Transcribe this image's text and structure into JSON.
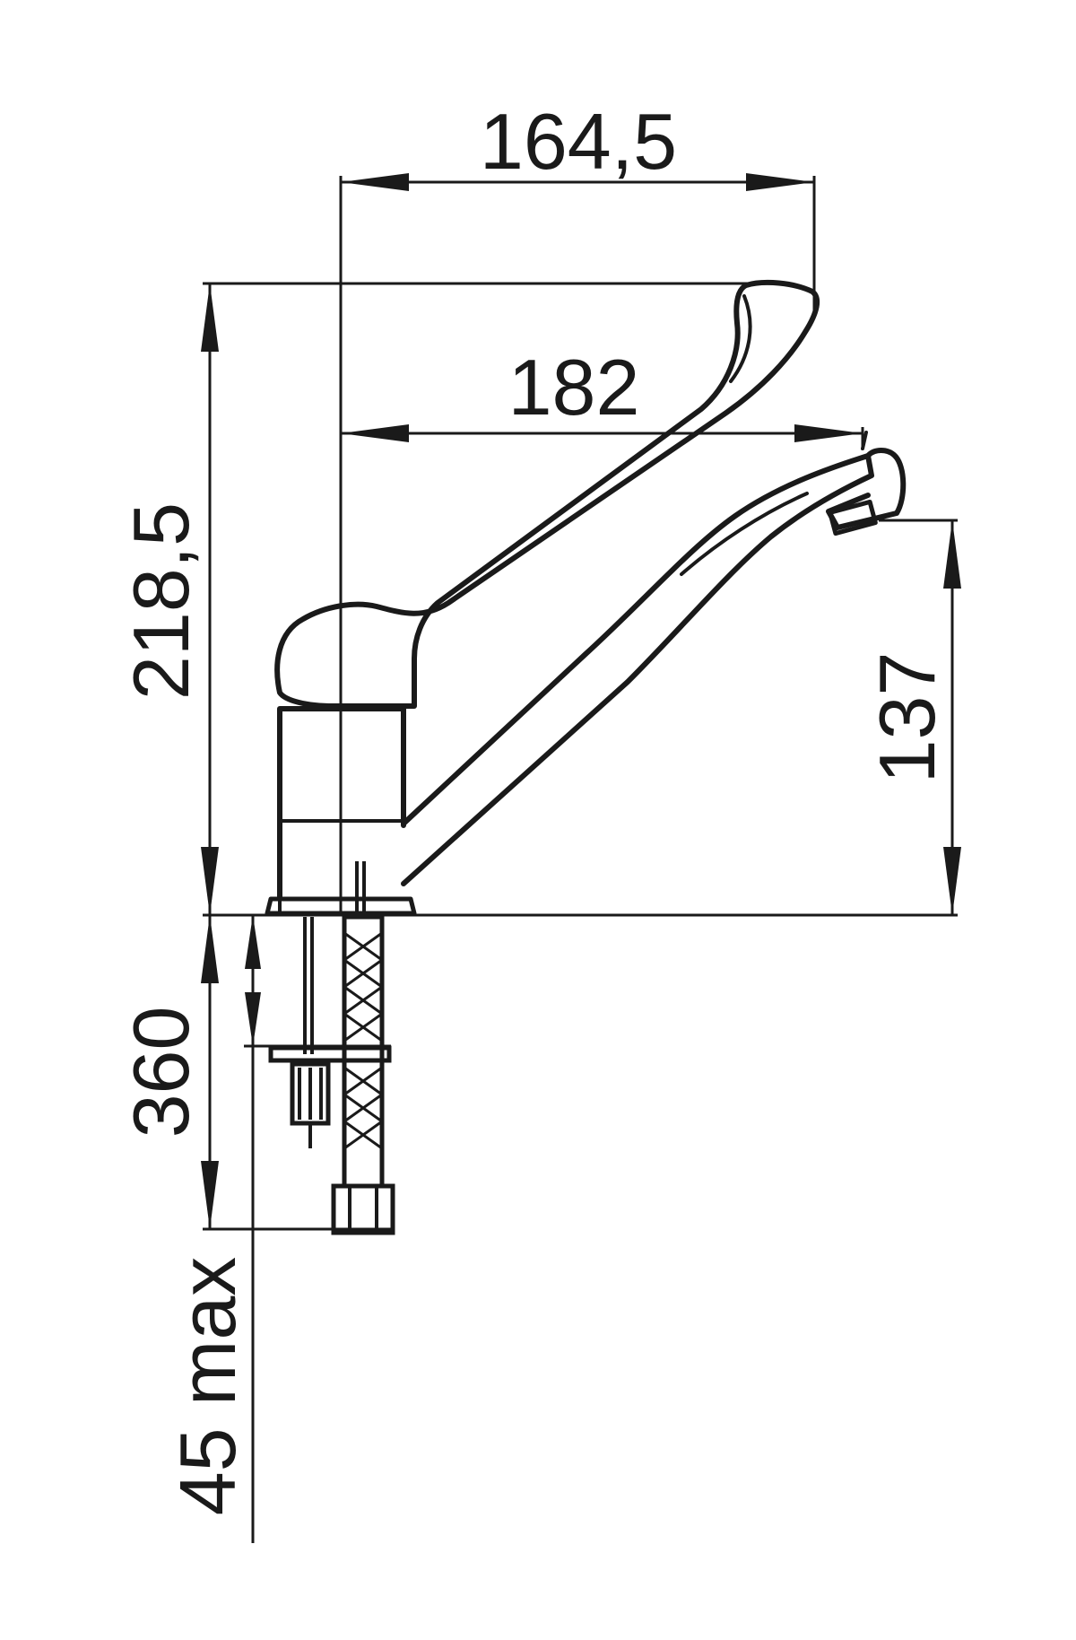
{
  "dimensions": {
    "lever_reach": "164,5",
    "spout_reach": "182",
    "overall_height": "218,5",
    "spout_height": "137",
    "hose_length": "360",
    "max_thickness": "45 max"
  }
}
